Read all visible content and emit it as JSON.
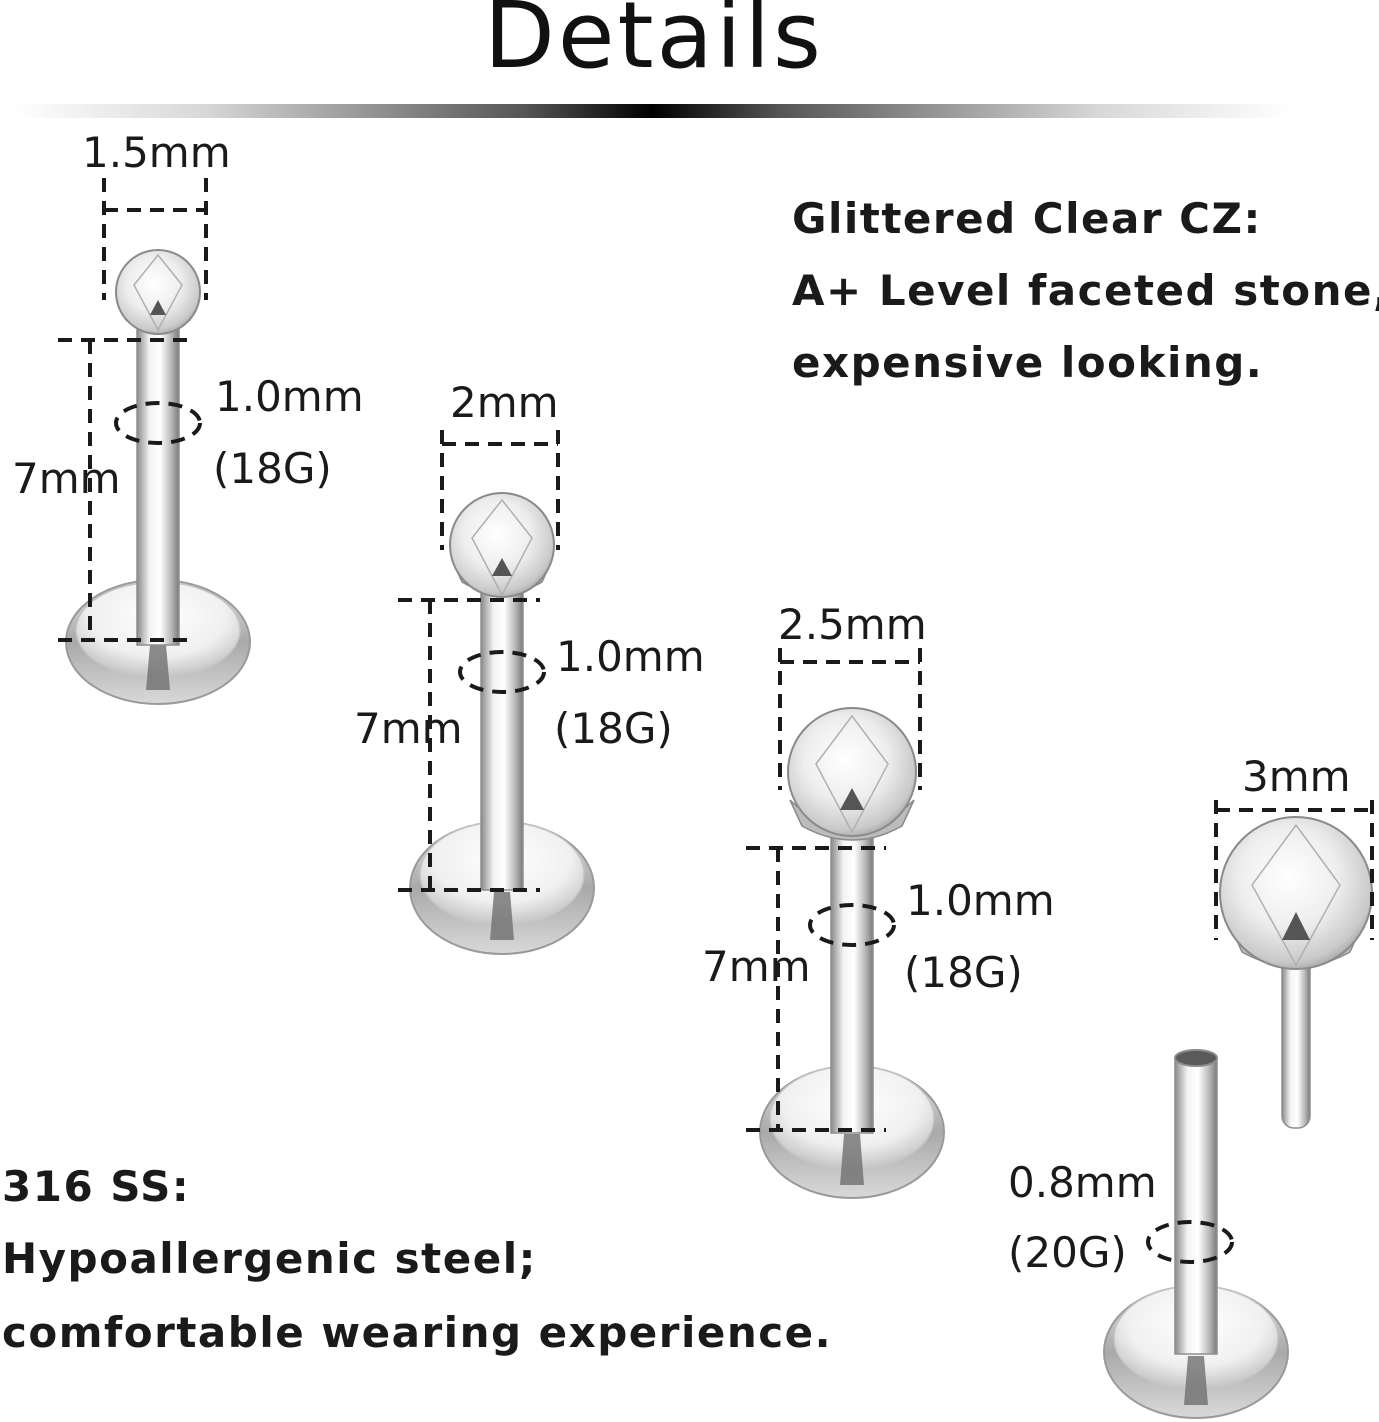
{
  "title": "Details",
  "products": [
    {
      "gem": "1.5mm",
      "wire": "1.0mm",
      "gauge": "(18G)",
      "length": "7mm"
    },
    {
      "gem": "2mm",
      "wire": "1.0mm",
      "gauge": "(18G)",
      "length": "7mm"
    },
    {
      "gem": "2.5mm",
      "wire": "1.0mm",
      "gauge": "(18G)",
      "length": "7mm"
    },
    {
      "gem": "3mm",
      "wire": "0.8mm",
      "gauge": "(20G)"
    }
  ],
  "cz": {
    "heading": "Glittered Clear CZ:",
    "line1": "A+ Level faceted stone,",
    "line2": "expensive looking."
  },
  "steel": {
    "heading": "316 SS:",
    "line1": "Hypoallergenic steel;",
    "line2": "comfortable wearing experience."
  }
}
